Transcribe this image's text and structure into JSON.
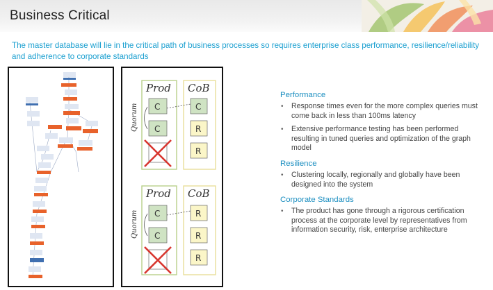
{
  "slide": {
    "title": "Business Critical",
    "subtitle": "The master database will lie in the critical path of business processes so requires enterprise class performance, resilience/reliability and adherence to corporate standards"
  },
  "diagram": {
    "prod_label": "Prod",
    "cob_label": "CoB",
    "quorum_label": "Quorum",
    "node_c": "C",
    "node_r": "R"
  },
  "sections": [
    {
      "heading": "Performance",
      "bullets": [
        "Response times even for the more complex queries must come back in less than 100ms latency",
        "Extensive performance testing has been performed resulting in tuned queries and optimization of the graph model"
      ]
    },
    {
      "heading": "Resilience",
      "bullets": [
        "Clustering locally, regionally and globally have been designed into the system"
      ]
    },
    {
      "heading": "Corporate Standards",
      "bullets": [
        "The product has gone through a rigorous certification process at the corporate level by representatives from information security, risk, enterprise architecture"
      ]
    }
  ],
  "colors": {
    "accent": "#1a9fd0",
    "heading": "#1b8ec0",
    "node_green": "#cfe3c3",
    "node_yellow": "#fbf6c8",
    "cross_red": "#d8362f",
    "block_orange": "#e8622b",
    "block_blue": "#3f6fb0"
  }
}
